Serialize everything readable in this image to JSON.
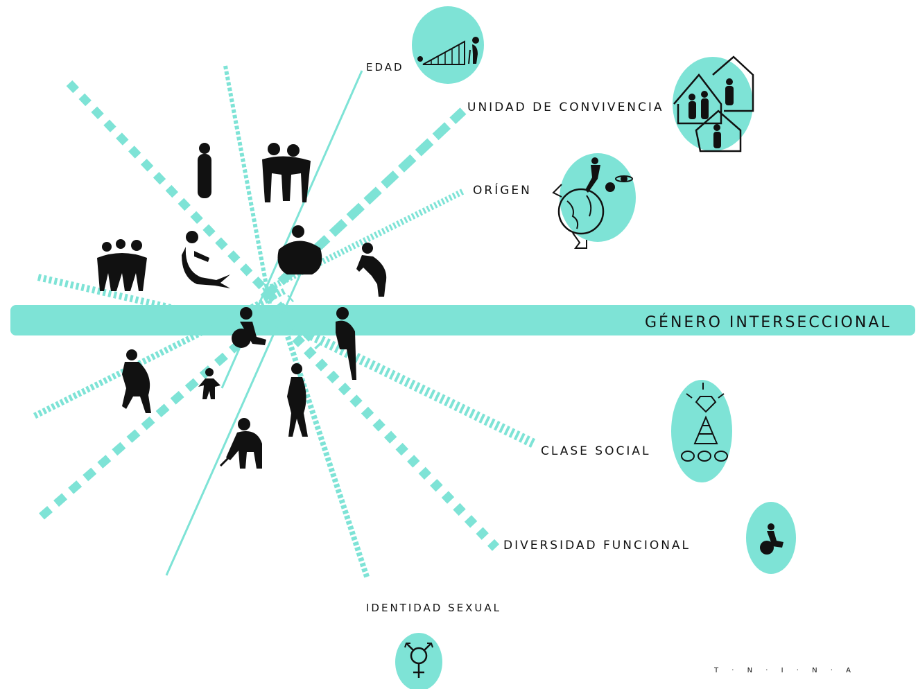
{
  "colors": {
    "accent": "#7ee3d6",
    "ink": "#111111",
    "paper": "#ffffff"
  },
  "labels": {
    "main_axis": "GÉNERO INTERSECCIONAL",
    "edad": "EDAD",
    "unidad_convivencia": "UNIDAD DE CONVIVENCIA",
    "origen": "ORÍGEN",
    "clase_social": "CLASE SOCIAL",
    "diversidad_funcional": "DIVERSIDAD FUNCIONAL",
    "identidad_sexual": "IDENTIDAD SEXUAL"
  },
  "signature": "T · N · I · N · A",
  "icons": [
    "age-baby-to-elder-icon",
    "houses-family-icon",
    "globe-planet-icon",
    "diamond-pyramid-icon",
    "wheelchair-icon",
    "transgender-symbol-icon"
  ]
}
